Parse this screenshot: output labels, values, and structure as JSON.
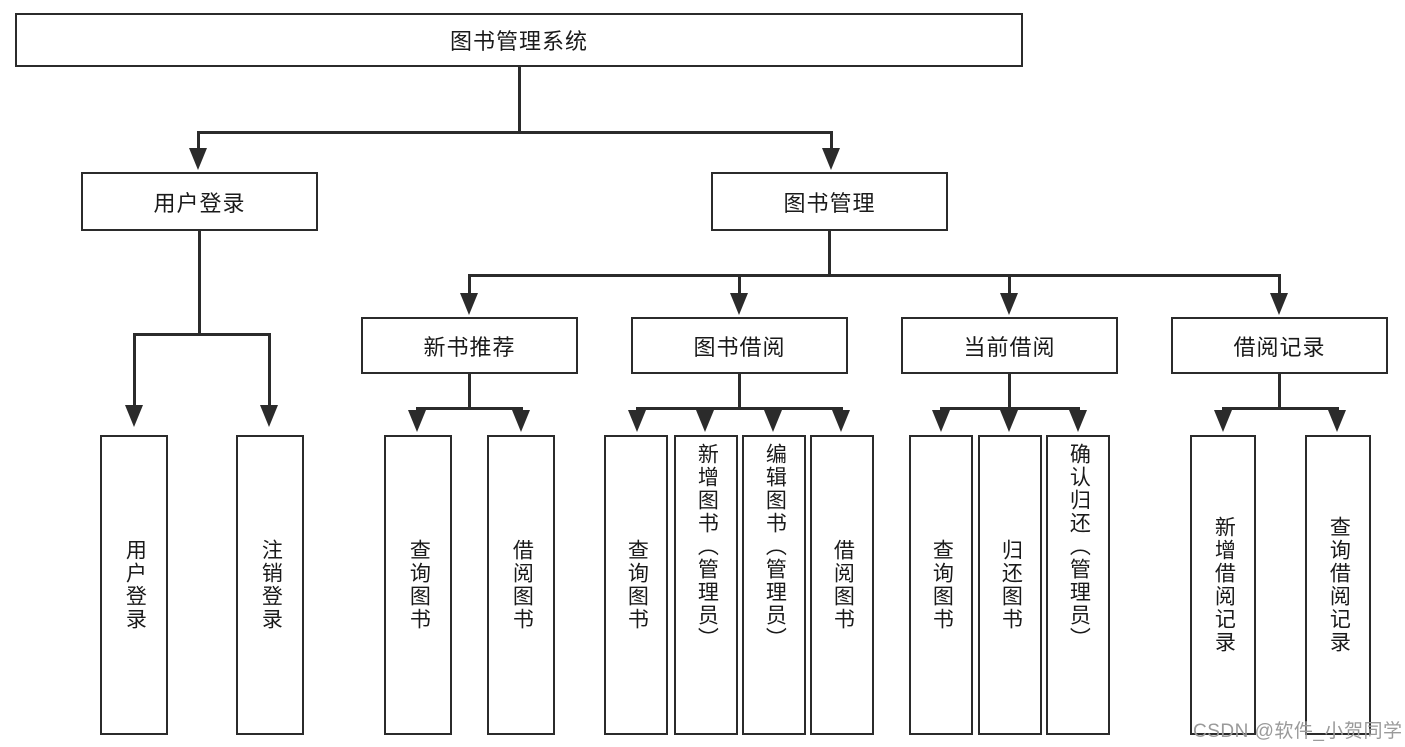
{
  "diagram": {
    "type": "tree-hierarchy-chart",
    "root": {
      "label": "图书管理系统"
    },
    "level2": [
      {
        "label": "用户登录"
      },
      {
        "label": "图书管理"
      }
    ],
    "level3": [
      {
        "label": "新书推荐"
      },
      {
        "label": "图书借阅"
      },
      {
        "label": "当前借阅"
      },
      {
        "label": "借阅记录"
      }
    ],
    "leaves": {
      "user_login": [
        {
          "label": "用户登录"
        },
        {
          "label": "注销登录"
        }
      ],
      "new_book_recommend": [
        {
          "label": "查询图书"
        },
        {
          "label": "借阅图书"
        }
      ],
      "book_borrow": [
        {
          "label": "查询图书"
        },
        {
          "label": "新增图书（管理员）"
        },
        {
          "label": "编辑图书（管理员）"
        },
        {
          "label": "借阅图书"
        }
      ],
      "current_borrow": [
        {
          "label": "查询图书"
        },
        {
          "label": "归还图书"
        },
        {
          "label": "确认归还（管理员）"
        }
      ],
      "borrow_record": [
        {
          "label": "新增借阅记录"
        },
        {
          "label": "查询借阅记录"
        }
      ]
    }
  },
  "watermark": {
    "text": "CSDN @软件_小贺同学"
  },
  "colors": {
    "stroke": "#2b2b2b",
    "background": "#ffffff",
    "text": "#1a1a1a",
    "watermark": "#9a9a9a"
  }
}
